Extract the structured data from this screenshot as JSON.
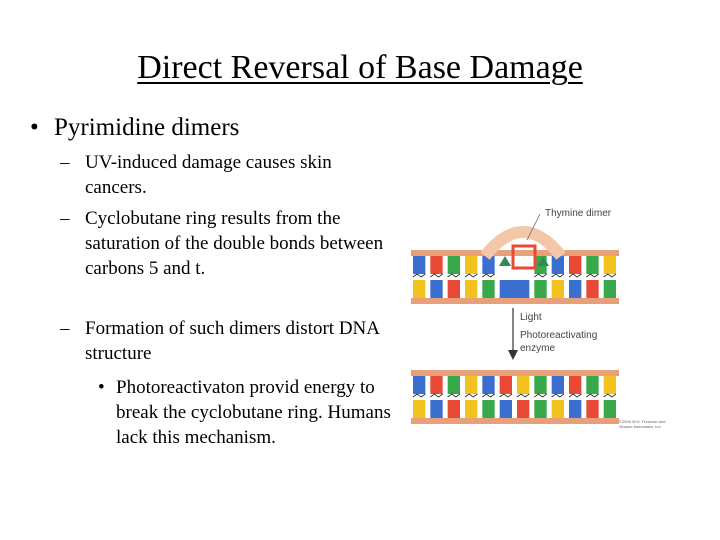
{
  "slide": {
    "title": "Direct Reversal of Base Damage",
    "bullet_marker": "•",
    "dash_marker": "–",
    "bullet": "Pyrimidine dimers",
    "points": [
      "UV-induced damage causes skin cancers.",
      "Cyclobutane ring results from the saturation of the double bonds between carbons 5 and t.",
      "Formation of such dimers distort DNA structure"
    ],
    "subpoint": "Photoreactivaton provid energy to break the cyclobutane ring. Humans lack this mechanism."
  },
  "figure": {
    "label_dimer": "Thymine dimer",
    "label_light": "Light",
    "label_enzyme_1": "Photoreactivating",
    "label_enzyme_2": "enzyme",
    "credit_1": "©2006 W.H. Freeman and",
    "credit_2": "Sinauer Associates, Inc.",
    "colors": {
      "backbone": "#e8a07a",
      "bases": [
        "#3a6fd0",
        "#e94a35",
        "#39a84a",
        "#f2c21e",
        "#3a6fd0",
        "#e94a35",
        "#f2c21e",
        "#39a84a",
        "#3a6fd0",
        "#e94a35",
        "#39a84a",
        "#f2c21e"
      ],
      "dimer_highlight": "#e94a35"
    }
  }
}
